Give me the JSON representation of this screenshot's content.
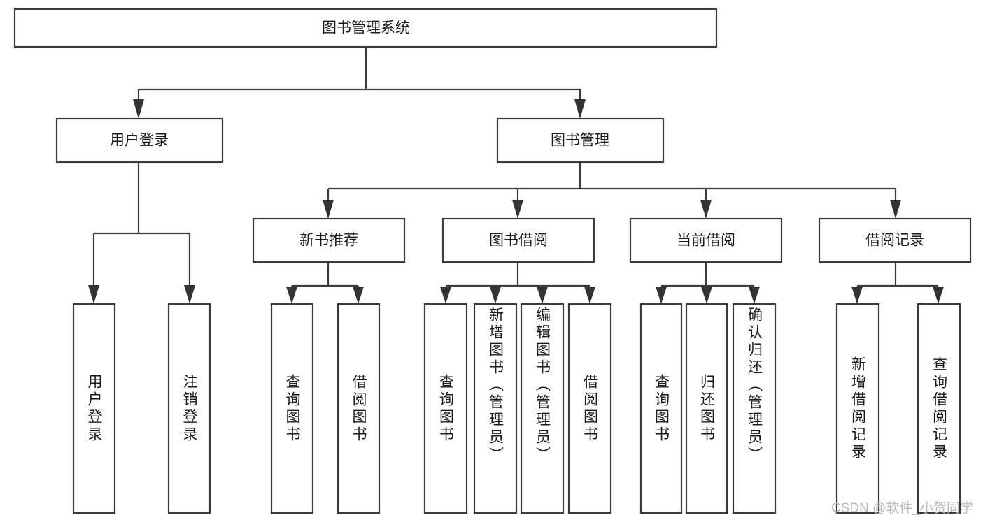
{
  "diagram": {
    "title": "图书管理系统",
    "type": "tree-hierarchy-diagram",
    "root": {
      "label": "图书管理系统"
    },
    "level2": [
      {
        "label": "用户登录"
      },
      {
        "label": "图书管理"
      }
    ],
    "level3": [
      {
        "label": "新书推荐"
      },
      {
        "label": "图书借阅"
      },
      {
        "label": "当前借阅"
      },
      {
        "label": "借阅记录"
      }
    ],
    "leaves": {
      "user_login": [
        {
          "label": "用户登录"
        },
        {
          "label": "注销登录"
        }
      ],
      "new_book_recommend": [
        {
          "label": "查询图书"
        },
        {
          "label": "借阅图书"
        }
      ],
      "book_borrow": [
        {
          "label": "查询图书"
        },
        {
          "label": "新增图书（管理员）"
        },
        {
          "label": "编辑图书（管理员）"
        },
        {
          "label": "借阅图书"
        }
      ],
      "current_borrow": [
        {
          "label": "查询图书"
        },
        {
          "label": "归还图书"
        },
        {
          "label": "确认归还（管理员）"
        }
      ],
      "borrow_record": [
        {
          "label": "新增借阅记录"
        },
        {
          "label": "查询借阅记录"
        }
      ]
    }
  },
  "watermark": {
    "text": "CSDN @软件_小贺同学"
  },
  "colors": {
    "background": "#ffffff",
    "box_stroke": "#3b3b3b",
    "box_fill": "#ffffff",
    "text": "#1a1a1a",
    "watermark": "#b9b9b9"
  }
}
